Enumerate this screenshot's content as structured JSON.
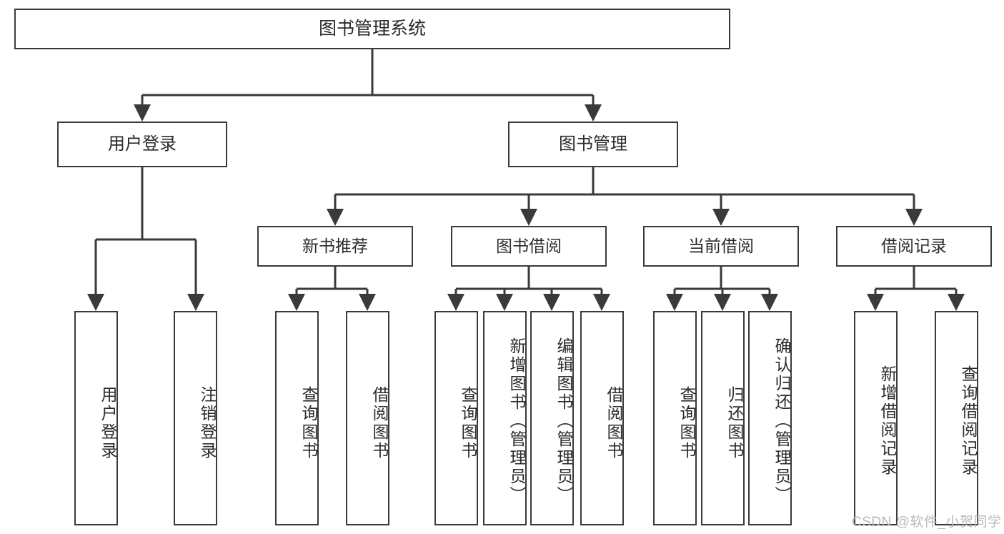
{
  "diagram": {
    "title": "图书管理系统",
    "type": "tree-hierarchy-chart",
    "watermark": "CSDN @软件_小贺同学",
    "colors": {
      "stroke": "#3a3a3a",
      "text": "#2b2b2b",
      "background": "#ffffff",
      "watermark": "#b9b9b9"
    },
    "root": {
      "label": "图书管理系统"
    },
    "level1": [
      {
        "id": "user-login",
        "label": "用户登录"
      },
      {
        "id": "book-manage",
        "label": "图书管理"
      }
    ],
    "level2": [
      {
        "id": "new-book-rec",
        "label": "新书推荐"
      },
      {
        "id": "book-borrow",
        "label": "图书借阅"
      },
      {
        "id": "current-borrow",
        "label": "当前借阅"
      },
      {
        "id": "borrow-record",
        "label": "借阅记录"
      }
    ],
    "leaves": {
      "user_login": [
        {
          "id": "leaf-user-login",
          "label": "用户登录"
        },
        {
          "id": "leaf-logout",
          "label": "注销登录"
        }
      ],
      "new_book_rec": [
        {
          "id": "leaf-query-book-1",
          "label": "查询图书"
        },
        {
          "id": "leaf-borrow-book-1",
          "label": "借阅图书"
        }
      ],
      "book_borrow": [
        {
          "id": "leaf-query-book-2",
          "label": "查询图书"
        },
        {
          "id": "leaf-add-book",
          "label": "新增图书（管理员）"
        },
        {
          "id": "leaf-edit-book",
          "label": "编辑图书（管理员）"
        },
        {
          "id": "leaf-borrow-book-2",
          "label": "借阅图书"
        }
      ],
      "current_borrow": [
        {
          "id": "leaf-query-book-3",
          "label": "查询图书"
        },
        {
          "id": "leaf-return-book",
          "label": "归还图书"
        },
        {
          "id": "leaf-confirm-return",
          "label": "确认归还（管理员）"
        }
      ],
      "borrow_record": [
        {
          "id": "leaf-add-record",
          "label": "新增借阅记录"
        },
        {
          "id": "leaf-query-record",
          "label": "查询借阅记录"
        }
      ]
    }
  }
}
